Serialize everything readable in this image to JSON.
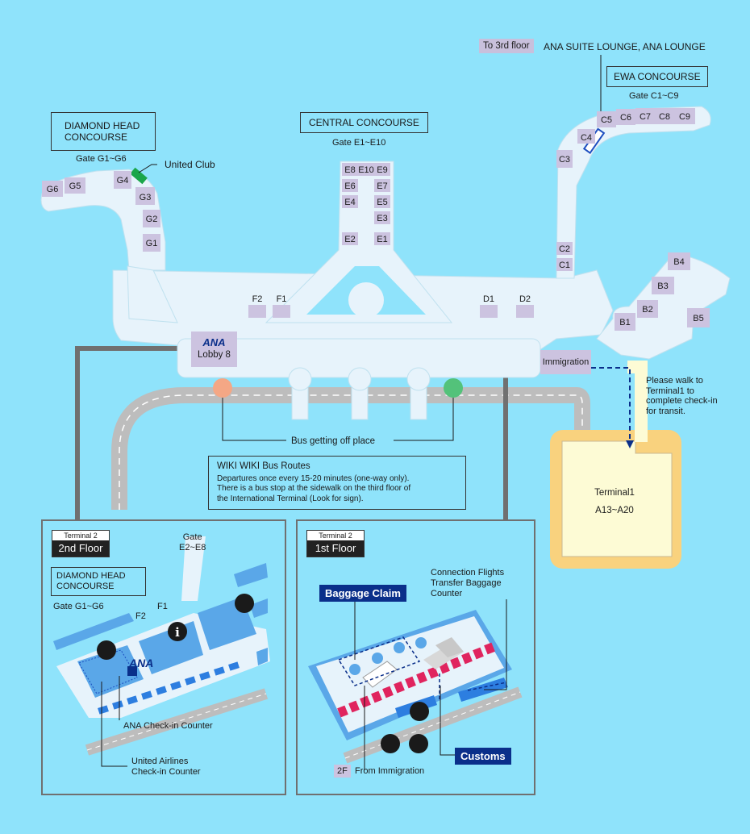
{
  "labels": {
    "to_3rd_floor": "To 3rd floor",
    "ana_lounges": "ANA SUITE LOUNGE, ANA LOUNGE",
    "ewa_concourse": "EWA CONCOURSE",
    "ewa_gates": "Gate C1~C9",
    "central_concourse": "CENTRAL CONCOURSE",
    "central_gates": "Gate E1~E10",
    "diamond_head_line1": "DIAMOND HEAD",
    "diamond_head_line2": "CONCOURSE",
    "diamond_gates": "Gate G1~G6",
    "united_club": "United Club",
    "lobby8": "Lobby 8",
    "ana_logo": "ANA",
    "immigration": "Immigration",
    "walk_note_1": "Please walk to",
    "walk_note_2": "Terminal1 to",
    "walk_note_3": "complete check-in",
    "walk_note_4": "for transit.",
    "bus_getting_off": "Bus getting off place",
    "terminal1": "Terminal1",
    "terminal1_gates": "A13~A20",
    "wiki_title": "WIKI WIKI Bus Routes",
    "wiki_line1": "Departures once every 15-20 minutes (one-way only).",
    "wiki_line2": "There is a bus stop at the sidewalk on the third floor of",
    "wiki_line3": "the International Terminal (Look for sign)."
  },
  "gates": {
    "G6": "G6",
    "G5": "G5",
    "G4": "G4",
    "G3": "G3",
    "G2": "G2",
    "G1": "G1",
    "E8": "E8",
    "E10": "E10",
    "E9": "E9",
    "E6": "E6",
    "E7": "E7",
    "E4": "E4",
    "E5": "E5",
    "E3": "E3",
    "E2": "E2",
    "E1": "E1",
    "F2": "F2",
    "F1": "F1",
    "D1": "D1",
    "D2": "D2",
    "C1": "C1",
    "C2": "C2",
    "C3": "C3",
    "C4": "C4",
    "C5": "C5",
    "C6": "C6",
    "C7": "C7",
    "C8": "C8",
    "C9": "C9",
    "B1": "B1",
    "B2": "B2",
    "B3": "B3",
    "B4": "B4",
    "B5": "B5"
  },
  "panel2": {
    "terminal": "Terminal 2",
    "floor": "2nd Floor",
    "gate_label": "Gate",
    "gate_range": "E2~E8",
    "concourse_line1": "DIAMOND HEAD",
    "concourse_line2": "CONCOURSE",
    "gate_g": "Gate G1~G6",
    "f2": "F2",
    "f1": "F1",
    "ana_counter": "ANA Check-in Counter",
    "united_line1": "United Airlines",
    "united_line2": "Check-in Counter",
    "ana_logo": "ANA"
  },
  "panel1": {
    "terminal": "Terminal 2",
    "floor": "1st Floor",
    "baggage_claim": "Baggage Claim",
    "connection_line1": "Connection Flights",
    "connection_line2": "Transfer Baggage",
    "connection_line3": "Counter",
    "customs": "Customs",
    "from_immigration_tag": "2F",
    "from_immigration": "From Immigration"
  },
  "colors": {
    "background": "#8fe3fb",
    "concourse": "#e7f3fb",
    "gate_box": "#ccc3e0",
    "navy": "#0a2f8a",
    "terminal1_fill": "#fdfbd5",
    "terminal1_border": "#f9d27e",
    "bus_road": "#bdbdbd"
  }
}
